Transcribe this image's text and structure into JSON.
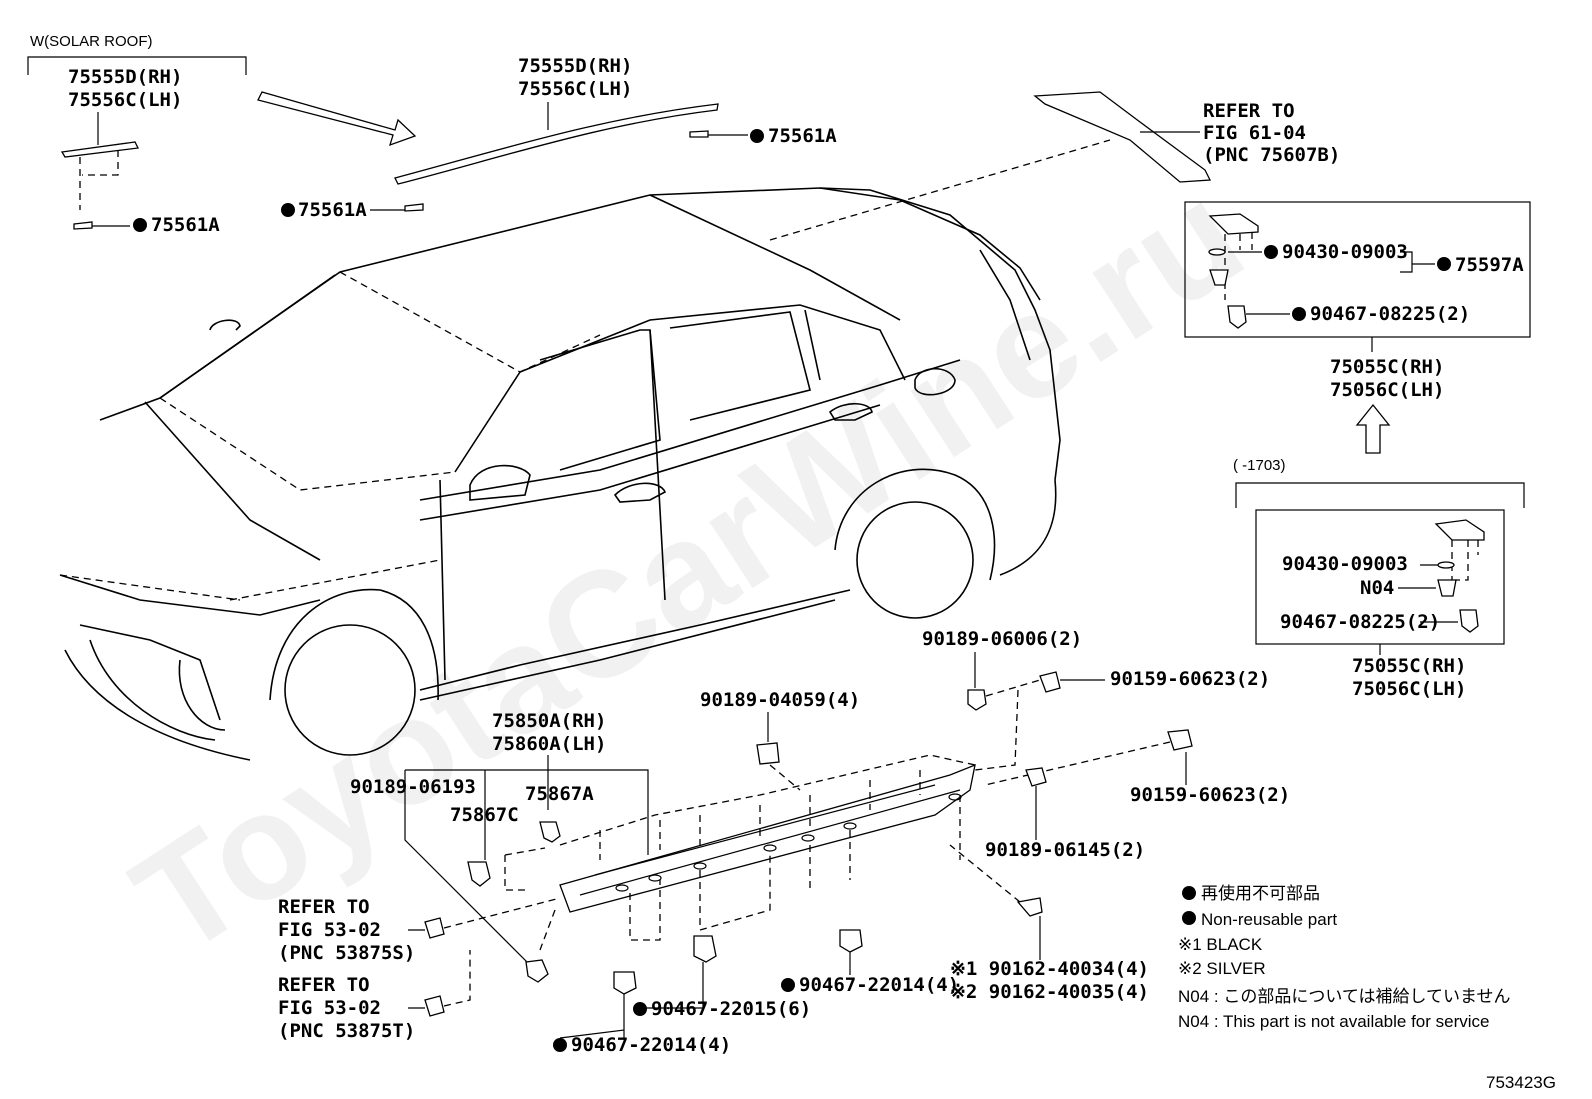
{
  "watermark": "ToyotaCarWine.ru",
  "figure_code": "753423G",
  "solar_roof_label": "W(SOLAR ROOF)",
  "callouts": {
    "sr_mold": [
      "75555D(RH)",
      "75556C(LH)"
    ],
    "sr_clip": "75561A",
    "roof_mold": [
      "75555D(RH)",
      "75556C(LH)"
    ],
    "roof_clip_a": "75561A",
    "roof_clip_b": "75561A",
    "refer_spoiler": [
      "REFER TO",
      "FIG 61-04",
      "(PNC 75607B)"
    ],
    "box1_clip_a": "90430-09003",
    "box1_group": "75597A",
    "box1_clip_b": "90467-08225(2)",
    "box1_part": [
      "75055C(RH)",
      "75056C(LH)"
    ],
    "box2_range": "(      -1703)",
    "box2_clip_a": "90430-09003",
    "box2_n04": "N04",
    "box2_clip_b": "90467-08225(2)",
    "box2_part": [
      "75055C(RH)",
      "75056C(LH)"
    ],
    "rocker_part": [
      "75850A(RH)",
      "75860A(LH)"
    ],
    "c_90189_06193": "90189-06193",
    "c_75867C": "75867C",
    "c_75867A": "75867A",
    "c_90189_04059": "90189-04059(4)",
    "c_90189_06006": "90189-06006(2)",
    "c_90159_60623_a": "90159-60623(2)",
    "c_90159_60623_b": "90159-60623(2)",
    "c_90189_06145": "90189-06145(2)",
    "refer_53875S": [
      "REFER TO",
      "FIG 53-02",
      "(PNC 53875S)"
    ],
    "refer_53875T": [
      "REFER TO",
      "FIG 53-02",
      "(PNC 53875T)"
    ],
    "c_90467_22014_a": "90467-22014(4)",
    "c_90467_22015": "90467-22015(6)",
    "c_90467_22014_b": "90467-22014(4)",
    "c_90162_40034": "※1 90162-40034(4)",
    "c_90162_40035": "※2 90162-40035(4)"
  },
  "legend": {
    "nonreusable_jp": "再使用不可部品",
    "nonreusable_en": "Non-reusable part",
    "note1": "※1 BLACK",
    "note2": "※2 SILVER",
    "n04_jp": "N04 : この部品については補給していません",
    "n04_en": "N04 : This part is not available for service"
  }
}
